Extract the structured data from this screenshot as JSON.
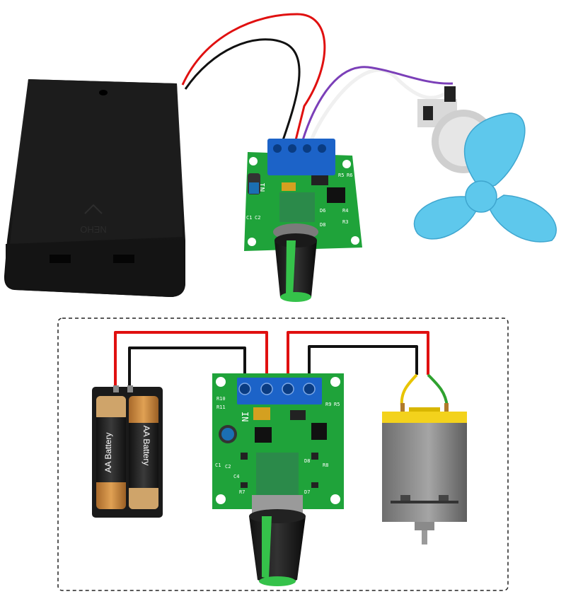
{
  "photo": {
    "battery_box_emboss": "NEHO",
    "board_terminal_label": "IN",
    "board_silkscreen": [
      "R5",
      "R6",
      "C1",
      "C2",
      "D6",
      "R4",
      "D8",
      "R3"
    ]
  },
  "diagram": {
    "battery_cells": [
      {
        "label": "AA Battery"
      },
      {
        "label": "AA Battery"
      }
    ],
    "board_terminal_label": "IN",
    "board_silkscreen": [
      "R10",
      "R11",
      "R9",
      "R5",
      "C1",
      "C2",
      "D8",
      "R8",
      "D7",
      "R7",
      "C4"
    ],
    "colors": {
      "wire_red": "#e01010",
      "wire_black": "#111111",
      "wire_yellow": "#e8c400",
      "wire_green": "#2fa12f",
      "pcb_green": "#1fa33a",
      "terminal_blue": "#1c63c8",
      "knob_green": "#35c24a",
      "motor_yellow": "#f3d21c",
      "motor_grey": "#8c8c8c",
      "fan_blue": "#5ec8ec",
      "battery_amber": "#c98a3a"
    }
  }
}
